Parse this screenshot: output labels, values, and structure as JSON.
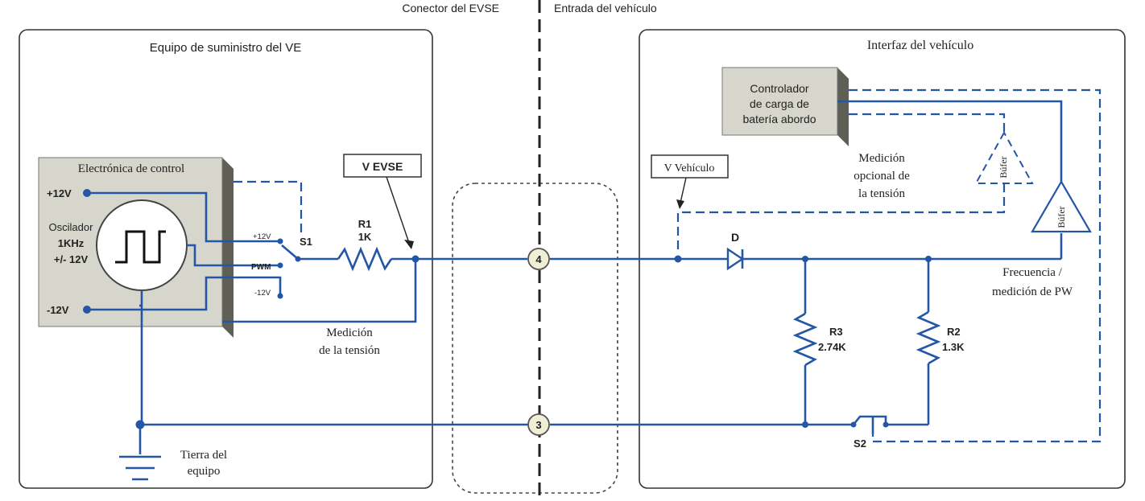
{
  "labels": {
    "connector": "Conector del EVSE",
    "inlet": "Entrada del vehículo",
    "evse_equipment": "Equipo de suministro del VE",
    "vehicle_interface": "Interfaz del vehículo",
    "control_electronics": "Electrónica de control",
    "plus12v": "+12V",
    "minus12v": "-12V",
    "oscillator": [
      "Oscilador",
      "1KHz",
      "+/- 12V"
    ],
    "switch_plus12v": "+12V",
    "switch_pwm": "PWM",
    "switch_minus12v": "-12V",
    "s1": "S1",
    "r1": [
      "R1",
      "1K"
    ],
    "v_evse": "V EVSE",
    "voltage_measurement": [
      "Medición",
      "de la tensión"
    ],
    "equipment_ground": [
      "Tierra del",
      "equipo"
    ],
    "pin4": "4",
    "pin3": "3",
    "charge_controller": [
      "Controlador",
      "de carga de",
      "batería abordo"
    ],
    "v_vehicle": "V Vehículo",
    "optional_measurement": [
      "Medición",
      "opcional de",
      "la tensión"
    ],
    "buffer_optional": "Búfer",
    "buffer": "Búfer",
    "diode": "D",
    "r3": [
      "R3",
      "2.74K"
    ],
    "r2": [
      "R2",
      "1.3K"
    ],
    "s2": "S2",
    "freq_measurement": [
      "Frecuencia /",
      "medición de PW"
    ]
  },
  "colors": {
    "wire": "#2456a6",
    "box_front": "#d6d6cc",
    "box_side": "#5f5f55",
    "box_top": "#8a8a80",
    "pin_fill": "#efefd6"
  }
}
